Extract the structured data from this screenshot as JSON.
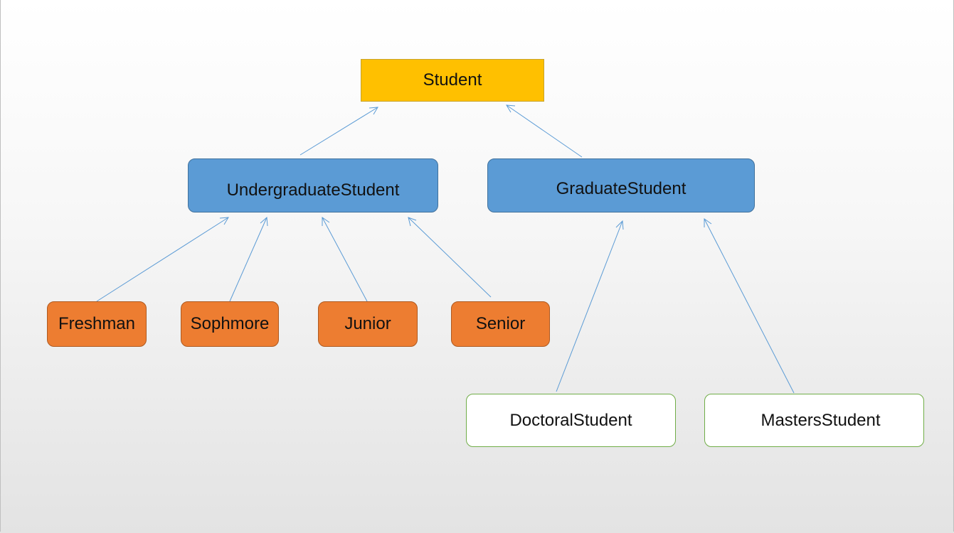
{
  "diagram": {
    "nodes": {
      "student": "Student",
      "undergraduate": "UndergraduateStudent",
      "graduate": "GraduateStudent",
      "freshman": "Freshman",
      "sophmore": "Sophmore",
      "junior": "Junior",
      "senior": "Senior",
      "doctoral": "DoctoralStudent",
      "masters": "MastersStudent"
    },
    "edges": [
      {
        "from": "undergraduate",
        "to": "student"
      },
      {
        "from": "graduate",
        "to": "student"
      },
      {
        "from": "freshman",
        "to": "undergraduate"
      },
      {
        "from": "sophmore",
        "to": "undergraduate"
      },
      {
        "from": "junior",
        "to": "undergraduate"
      },
      {
        "from": "senior",
        "to": "undergraduate"
      },
      {
        "from": "doctoral",
        "to": "graduate"
      },
      {
        "from": "masters",
        "to": "graduate"
      }
    ],
    "colors": {
      "root_fill": "#ffc000",
      "mid_fill": "#5b9bd5",
      "orange_fill": "#ed7d31",
      "white_fill": "#ffffff",
      "white_border": "#70ad47",
      "arrow": "#5b9bd5"
    }
  }
}
